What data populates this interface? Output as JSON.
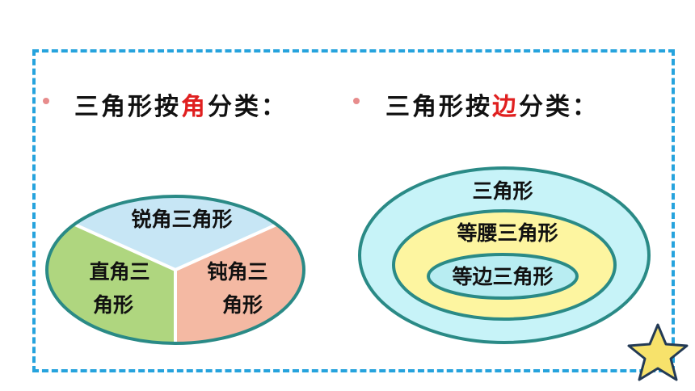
{
  "angle_heading": {
    "prefix": "三角形按",
    "accent": "角",
    "suffix": "分类："
  },
  "side_heading": {
    "prefix": "三角形按",
    "accent": "边",
    "suffix": "分类："
  },
  "angle_chart": {
    "acute": "锐角三角形",
    "right_line1": "直角三",
    "right_line2": "角形",
    "obtuse_line1": "钝角三",
    "obtuse_line2": "角形"
  },
  "side_chart": {
    "outer": "三角形",
    "middle": "等腰三角形",
    "inner": "等边三角形"
  },
  "colors": {
    "frame": "#26a3dd",
    "accent": "#e02020",
    "acute_fill": "#c7e6f5",
    "right_fill": "#afd67f",
    "obtuse_fill": "#f4b9a3",
    "ellipse_stroke": "#2a8a86",
    "outer_fill": "#c7f3f8",
    "middle_fill": "#fdf5a0",
    "inner_fill": "#b8edf2",
    "star": "#f7e26b"
  }
}
